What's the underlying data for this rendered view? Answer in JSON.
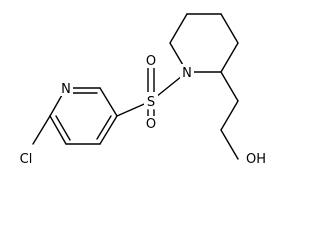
{
  "molecule": {
    "atoms": {
      "n_pyridine": "N",
      "chlorine": "Cl",
      "sulfur": "S",
      "oxygen_top": "O",
      "oxygen_bottom": "O",
      "n_piperidine": "N",
      "hydroxyl": "OH"
    },
    "colors": {
      "bond": "#000000",
      "label": "#000000",
      "background": "#ffffff"
    }
  }
}
